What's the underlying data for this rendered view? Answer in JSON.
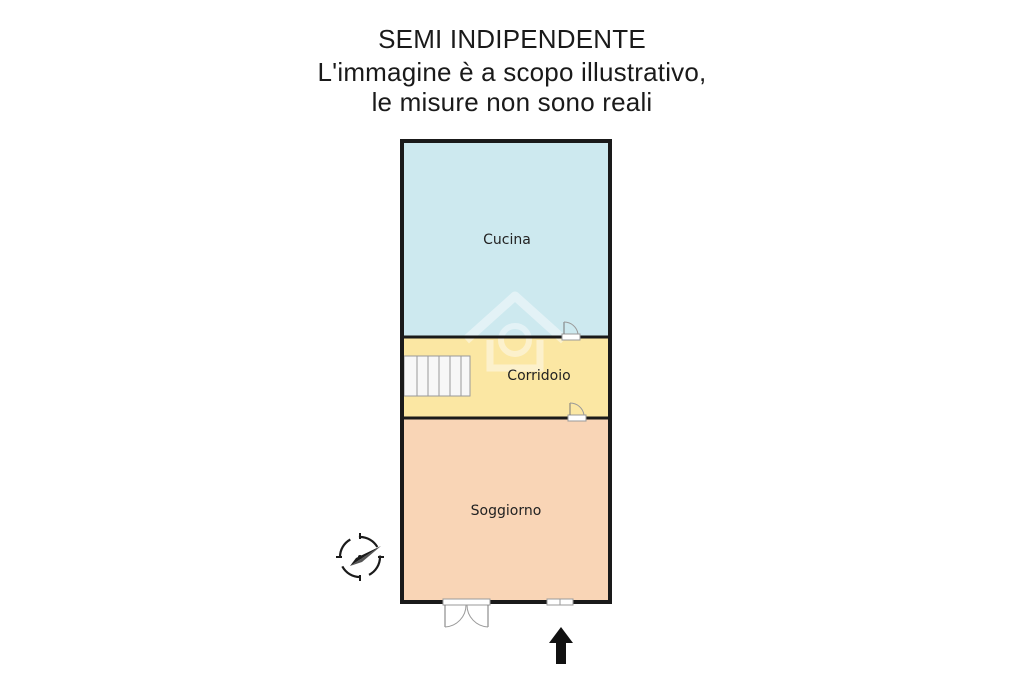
{
  "header": {
    "title": "SEMI INDIPENDENTE",
    "disclaimer_line_1": "L'immagine è a scopo illustrativo,",
    "disclaimer_line_2": "le misure non sono reali"
  },
  "rooms": {
    "kitchen": {
      "label": "Cucina",
      "color": "#cde9ef"
    },
    "corridor": {
      "label": "Corridoio",
      "color": "#fbe7a3"
    },
    "living": {
      "label": "Soggiorno",
      "color": "#f9d5b6"
    }
  },
  "colors": {
    "wall": "#1a1a1a",
    "stairs": "#f7f7f7",
    "watermark": "#ffffff",
    "entrance_arrow": "#111111"
  },
  "icons": {
    "compass": "compass-icon",
    "entrance": "entrance-arrow-icon",
    "watermark": "house-watermark-icon"
  }
}
